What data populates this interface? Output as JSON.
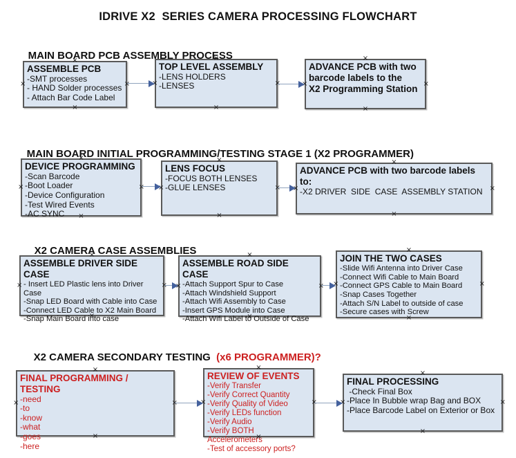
{
  "title": "IDRIVE X2  SERIES CAMERA PROCESSING FLOWCHART",
  "colors": {
    "box_fill": "#dbe5f1",
    "box_border": "#595959",
    "arrow_line": "#8fa3bd",
    "arrow_head": "#44619d",
    "red": "#cc2020"
  },
  "sections": [
    {
      "heading": "MAIN BOARD PCB ASSEMBLY PROCESS",
      "heading_red": "",
      "boxes": [
        {
          "title": "ASSEMBLE PCB",
          "items": [
            "-SMT processes",
            "- HAND Solder processes",
            "- Attach Bar Code Label"
          ]
        },
        {
          "title": "TOP LEVEL ASSEMBLY",
          "items": [
            "-LENS HOLDERS",
            "-LENSES"
          ]
        },
        {
          "title": "ADVANCE PCB with two\nbarcode labels to the\n X2 Programming Station",
          "items": []
        }
      ]
    },
    {
      "heading": "MAIN BOARD INITIAL PROGRAMMING/TESTING STAGE 1 (X2 PROGRAMMER)",
      "heading_red": "",
      "boxes": [
        {
          "title": "DEVICE PROGRAMMING",
          "items": [
            "-Scan Barcode",
            "-Boot Loader",
            "-Device Configuration",
            "-Test Wired Events",
            "-AC SYNC"
          ]
        },
        {
          "title": "LENS FOCUS",
          "items": [
            "-FOCUS BOTH LENSES",
            "-GLUE LENSES"
          ]
        },
        {
          "title": "ADVANCE PCB with two barcode labels to:",
          "items": [
            "-X2 DRIVER  SIDE  CASE  ASSEMBLY STATION"
          ]
        }
      ]
    },
    {
      "heading": "X2 CAMERA CASE ASSEMBLIES",
      "heading_red": "",
      "boxes": [
        {
          "title": "ASSEMBLE DRIVER SIDE CASE",
          "items": [
            "- Insert LED Plastic lens into Driver Case",
            "-Snap LED Board with Cable into Case",
            "-Connect LED Cable to X2 Main Board",
            "-Snap Main Board into case"
          ]
        },
        {
          "title": "ASSEMBLE ROAD SIDE CASE",
          "items": [
            "-Attach Support Spur to Case",
            "-Attach Windshield Support",
            "-Attach Wifi Assembly to Case",
            "-Insert GPS Module into Case",
            "-Attach Wifi Label to Outside of Case"
          ]
        },
        {
          "title": "JOIN THE TWO CASES",
          "items": [
            "-Slide Wifi Antenna into Driver Case",
            "-Connect Wifi Cable to Main Board",
            "-Connect GPS Cable to Main Board",
            "-Snap Cases Together",
            "-Attach S/N Label to outside of case",
            "-Secure cases with Screw"
          ]
        }
      ]
    },
    {
      "heading": "X2 CAMERA SECONDARY TESTING",
      "heading_red": "  (x6 PROGRAMMER)?",
      "boxes": [
        {
          "title": "FINAL PROGRAMMING / TESTING",
          "items": [
            "-need",
            "-to",
            "-know",
            "-what",
            "-goes",
            "-here"
          ]
        },
        {
          "title": "REVIEW OF EVENTS",
          "items": [
            "-Verify Transfer",
            "-Verify Correct Quantity",
            "-Verify Quality of Video",
            "-Verify LEDs function",
            "-Verify Audio",
            "-Verify BOTH Accelerometers",
            "-Test of accessory ports?"
          ]
        },
        {
          "title": "FINAL PROCESSING",
          "items": [
            " -Check Final Box",
            "-Place In Bubble wrap Bag and BOX",
            "-Place Barcode Label on Exterior or Box"
          ]
        }
      ]
    }
  ]
}
